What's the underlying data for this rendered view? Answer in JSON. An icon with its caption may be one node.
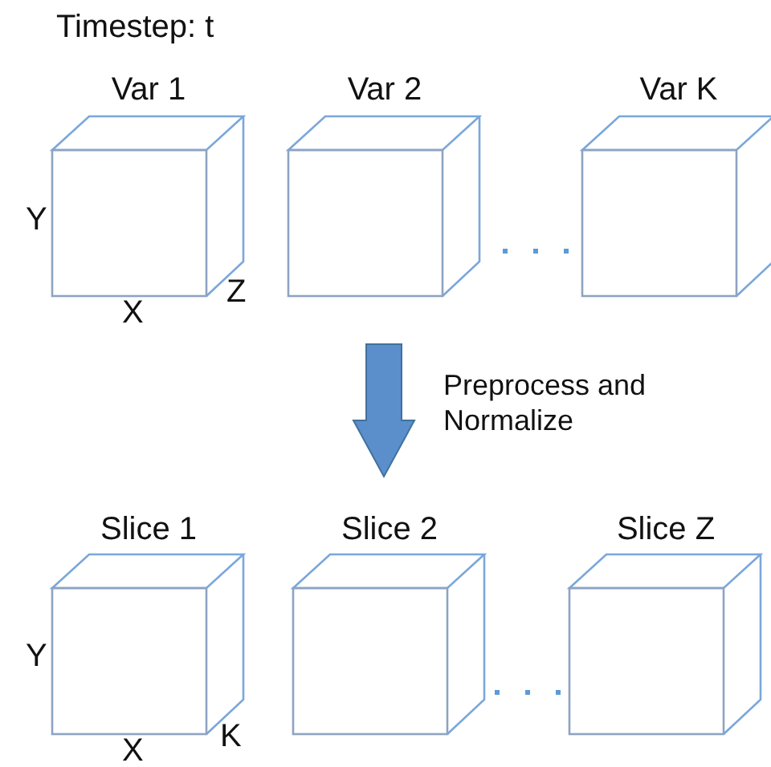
{
  "diagram": {
    "nodes": [
      {
        "text": [
          "Var 1"
        ]
      },
      {
        "text": [
          "Var 2"
        ]
      },
      {
        "text": [
          "Var K"
        ]
      },
      {
        "text": [
          "Slice 1"
        ]
      },
      {
        "text": [
          "Slice 2"
        ]
      },
      {
        "text": [
          "Slice Z"
        ]
      }
    ],
    "labels": [
      "Timestep: t",
      "Y",
      "X",
      "Z",
      "Preprocess and Normalize",
      "Y",
      "X",
      "K"
    ]
  }
}
